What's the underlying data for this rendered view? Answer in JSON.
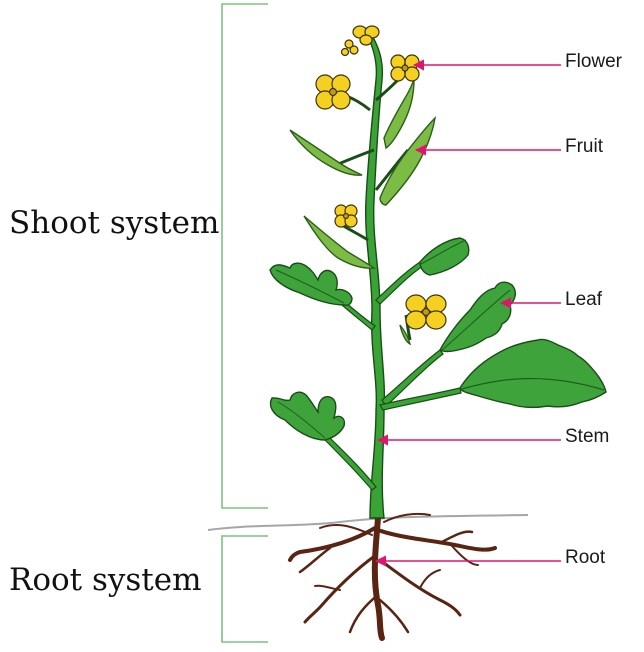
{
  "systems": {
    "shoot": "Shoot system",
    "root": "Root system"
  },
  "parts": {
    "flower": "Flower",
    "fruit": "Fruit",
    "leaf": "Leaf",
    "stem": "Stem",
    "root": "Root"
  },
  "colors": {
    "leaf_fill": "#3da33a",
    "leaf_vein": "#1e5e1c",
    "stem_fill": "#3aa336",
    "flower_fill": "#f5d020",
    "root_fill": "#5a2413",
    "arrow": "#e0166e",
    "bracket": "#7cc47c",
    "ground": "#a6a6a6"
  }
}
